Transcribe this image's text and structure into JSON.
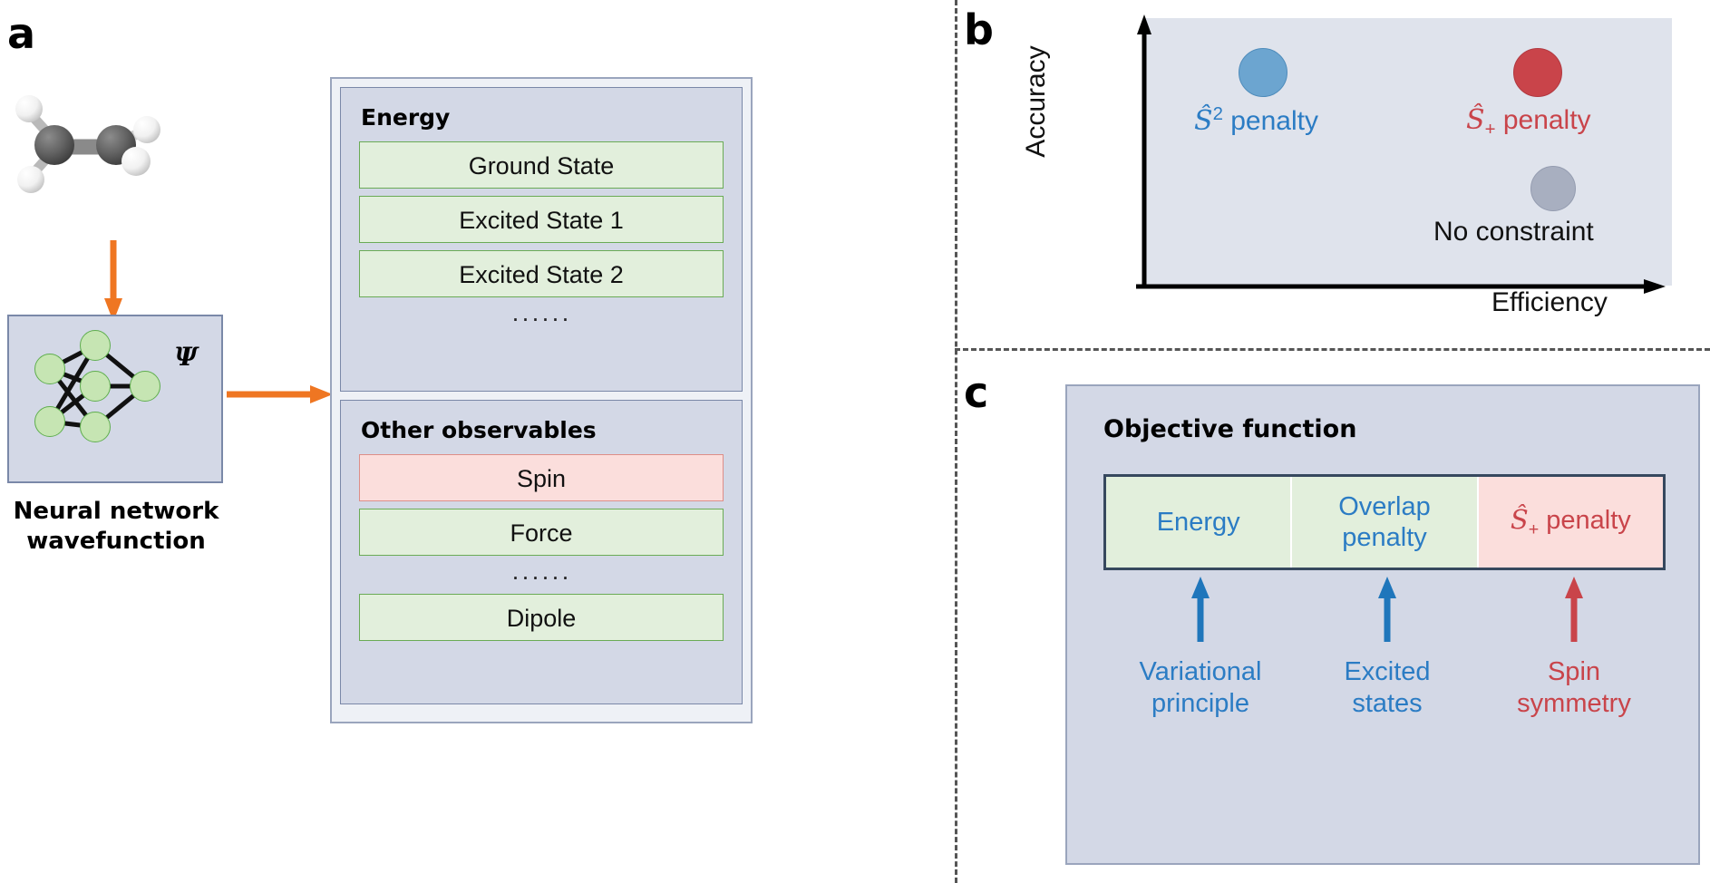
{
  "panels": {
    "a": {
      "letter": "a"
    },
    "b": {
      "letter": "b"
    },
    "c": {
      "letter": "c"
    }
  },
  "panel_a": {
    "molecule": {
      "name": "ethylene-molecule",
      "formula": "C2H4"
    },
    "network": {
      "psi_symbol": "Ψ",
      "caption_line1": "Neural network",
      "caption_line2": "wavefunction"
    },
    "energy_section": {
      "title": "Energy",
      "items": [
        "Ground State",
        "Excited State 1",
        "Excited State 2"
      ],
      "ellipsis": "······"
    },
    "observables_section": {
      "title": "Other observables",
      "item_spin": "Spin",
      "item_force": "Force",
      "ellipsis": "······",
      "item_dipole": "Dipole"
    }
  },
  "chart_data": {
    "type": "scatter",
    "title": "",
    "xlabel": "Efficiency",
    "ylabel": "Accuracy",
    "xlim": [
      0,
      1
    ],
    "ylim": [
      0,
      1
    ],
    "grid": false,
    "legend": "none",
    "plot_background": "#dfe3ec",
    "points": [
      {
        "label_plain": "S^2 penalty",
        "label_base": "Ŝ",
        "label_sup": "2",
        "label_tail": " penalty",
        "x": 0.22,
        "y": 0.82,
        "color": "#6ca5d0",
        "border_color": "#4f8cbb",
        "text_color": "#2b7cc4",
        "radius_px": 27
      },
      {
        "label_plain": "S_+ penalty",
        "label_base": "Ŝ",
        "label_sub": "+",
        "label_tail": " penalty",
        "x": 0.7,
        "y": 0.82,
        "color": "#c9444a",
        "border_color": "#b13940",
        "text_color": "#c9444a",
        "radius_px": 27
      },
      {
        "label_plain": "No constraint",
        "label_base": "No constraint",
        "x": 0.76,
        "y": 0.37,
        "color": "#a8afc0",
        "border_color": "#949cb0",
        "text_color": "#111111",
        "radius_px": 25
      }
    ]
  },
  "panel_c": {
    "title": "Objective function",
    "cells": [
      {
        "text": "Energy",
        "style": "green"
      },
      {
        "text": "Overlap penalty",
        "style": "green"
      },
      {
        "base": "Ŝ",
        "sub": "+",
        "tail": " penalty",
        "text": "Ŝ₊ penalty",
        "style": "pink"
      }
    ],
    "footers": [
      {
        "line1": "Variational",
        "line2": "principle",
        "color": "blue"
      },
      {
        "line1": "Excited",
        "line2": "states",
        "color": "blue"
      },
      {
        "line1": "Spin",
        "line2": "symmetry",
        "color": "red"
      }
    ]
  },
  "colors": {
    "accent_orange": "#ef7622",
    "accent_blue": "#2b7cc4",
    "accent_red": "#c9444a",
    "box_blue_gray": "#d3d8e6",
    "box_green": "#e2efdc",
    "box_pink": "#fbdedc",
    "node_green": "#c6e5b3"
  }
}
